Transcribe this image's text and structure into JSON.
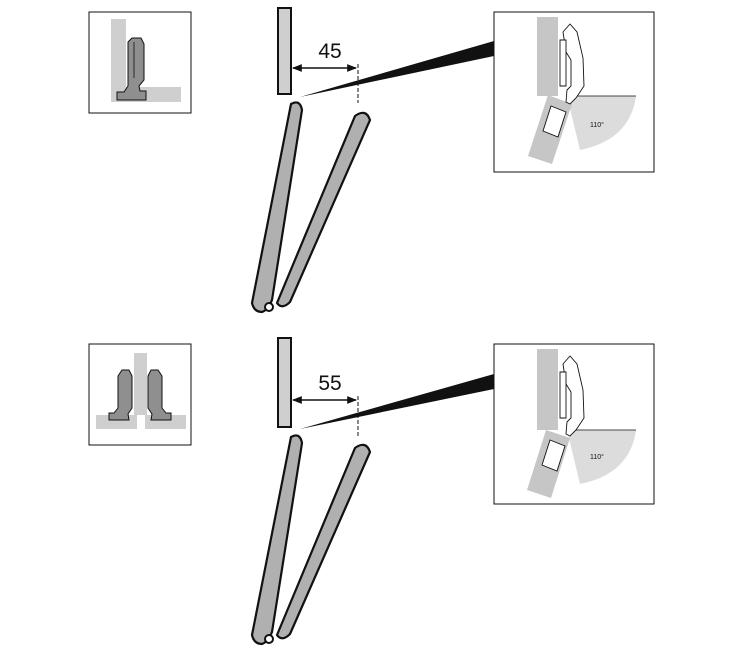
{
  "colors": {
    "outline": "#111111",
    "door_fill": "#b0b0b0",
    "panel_fill": "#c6c6c6",
    "arc_fill": "#dcdcdc",
    "hinge_fill": "#9a9a9a",
    "background": "#ffffff"
  },
  "figures": [
    {
      "id": "top",
      "dimension_label": "45",
      "detail_angle_label": "110°",
      "icon": "single-hinge-icon"
    },
    {
      "id": "bottom",
      "dimension_label": "55",
      "detail_angle_label": "110°",
      "icon": "double-hinge-icon"
    }
  ]
}
